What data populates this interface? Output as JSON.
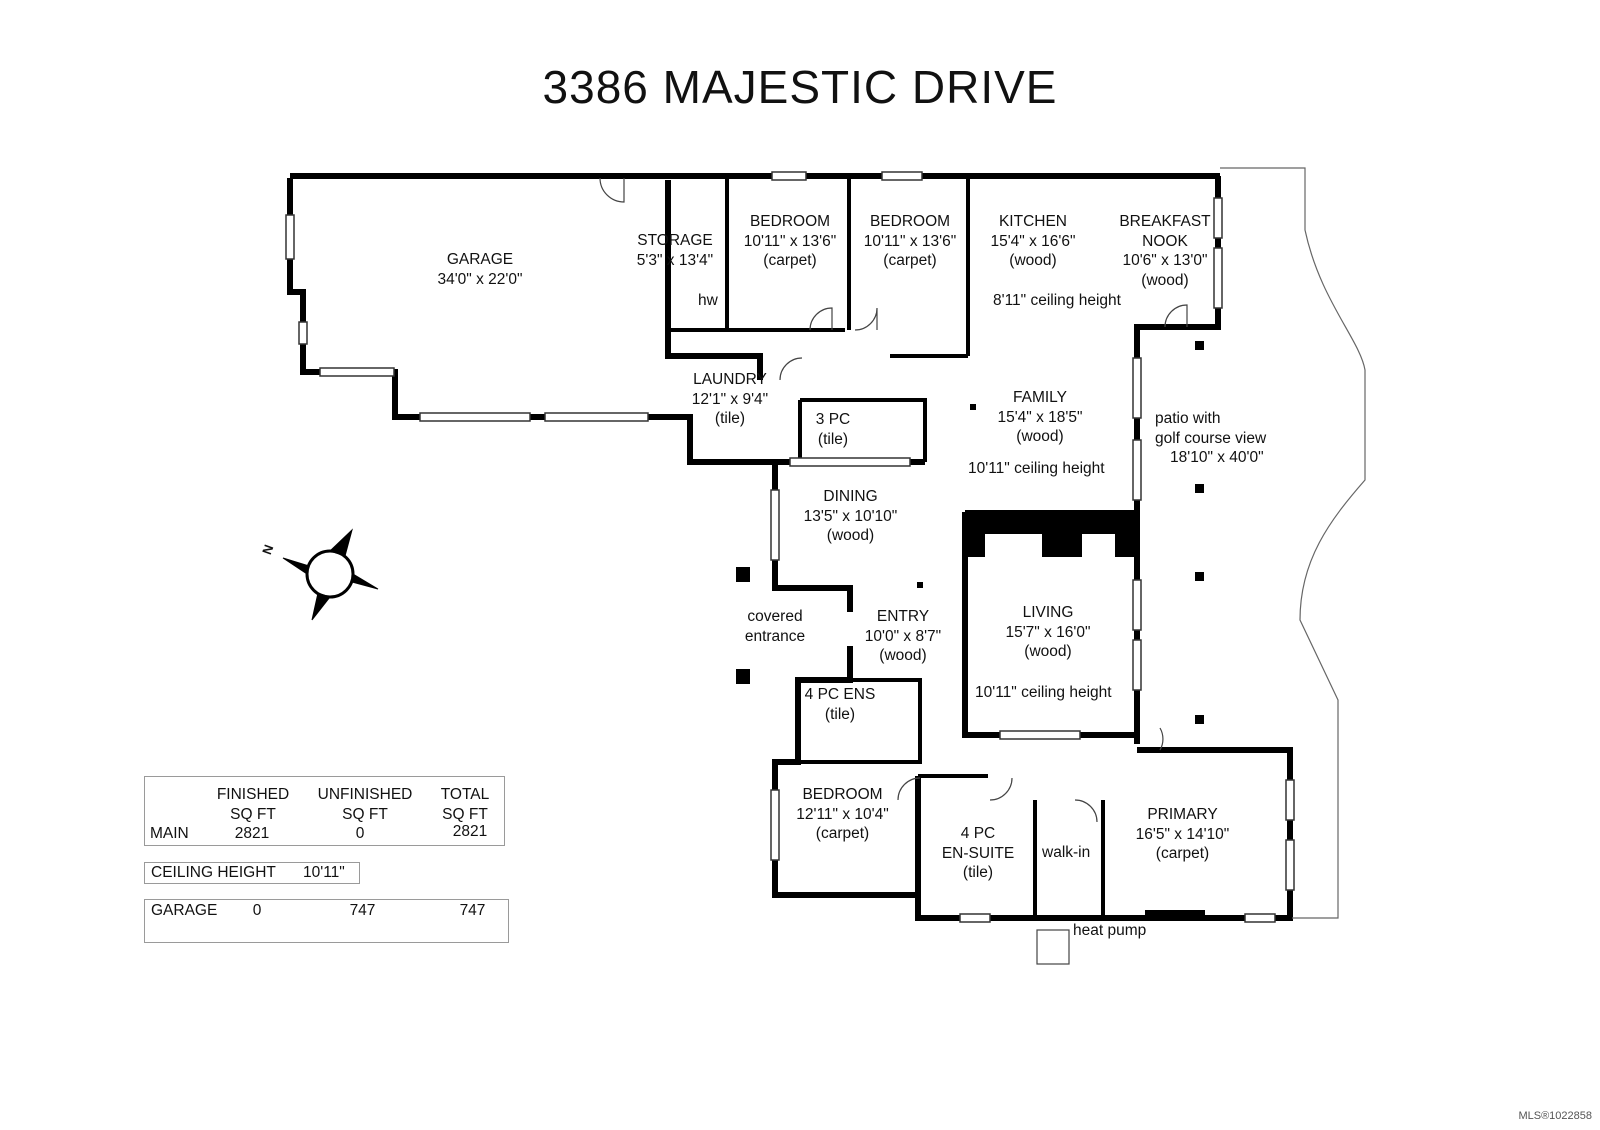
{
  "title": "3386 MAJESTIC DRIVE",
  "rooms": {
    "garage": {
      "name": "GARAGE",
      "size": "34'0\" x 22'0\""
    },
    "storage": {
      "name": "STORAGE",
      "size": "5'3\" x 13'4\""
    },
    "bedroom1": {
      "name": "BEDROOM",
      "size": "10'11\" x 13'6\"",
      "floor": "(carpet)"
    },
    "bedroom2": {
      "name": "BEDROOM",
      "size": "10'11\" x 13'6\"",
      "floor": "(carpet)"
    },
    "kitchen": {
      "name": "KITCHEN",
      "size": "15'4\" x 16'6\"",
      "floor": "(wood)"
    },
    "nook": {
      "name1": "BREAKFAST",
      "name2": "NOOK",
      "size": "10'6\" x 13'0\"",
      "floor": "(wood)"
    },
    "laundry": {
      "name": "LAUNDRY",
      "size": "12'1\" x 9'4\"",
      "floor": "(tile)"
    },
    "bath3": {
      "name": "3 PC",
      "floor": "(tile)"
    },
    "family": {
      "name": "FAMILY",
      "size": "15'4\" x 18'5\"",
      "floor": "(wood)",
      "ceiling": "10'11\" ceiling height"
    },
    "patio": {
      "line1": "patio with",
      "line2": "golf course view",
      "size": "18'10\" x 40'0\""
    },
    "dining": {
      "name": "DINING",
      "size": "13'5\" x 10'10\"",
      "floor": "(wood)"
    },
    "covered": {
      "line1": "covered",
      "line2": "entrance"
    },
    "entry": {
      "name": "ENTRY",
      "size": "10'0\" x 8'7\"",
      "floor": "(wood)"
    },
    "living": {
      "name": "LIVING",
      "size": "15'7\" x 16'0\"",
      "floor": "(wood)",
      "ceiling": "10'11\" ceiling height"
    },
    "ens4": {
      "name": "4 PC ENS",
      "floor": "(tile)"
    },
    "bedroom3": {
      "name": "BEDROOM",
      "size": "12'11\" x 10'4\"",
      "floor": "(carpet)"
    },
    "ensuite": {
      "name1": "4 PC",
      "name2": "EN-SUITE",
      "floor": "(tile)"
    },
    "walkin": {
      "name": "walk-in"
    },
    "primary": {
      "name": "PRIMARY",
      "size": "16'5\" x 14'10\"",
      "floor": "(carpet)"
    }
  },
  "notes": {
    "hw": "hw",
    "kitchen_ceiling": "8'11\" ceiling height",
    "heat_pump": "heat pump",
    "compass": "N"
  },
  "table": {
    "headers": [
      "FINISHED SQ FT",
      "UNFINISHED SQ FT",
      "TOTAL SQ FT"
    ],
    "h1a": "FINISHED",
    "h1b": "SQ FT",
    "h2a": "UNFINISHED",
    "h2b": "SQ FT",
    "h3a": "TOTAL",
    "h3b": "SQ FT",
    "main_label": "MAIN",
    "main_finished": "2821",
    "main_unfinished": "0",
    "main_total": "2821",
    "ceiling_label": "CEILING HEIGHT",
    "ceiling_value": "10'11\"",
    "garage_label": "GARAGE",
    "garage_finished": "0",
    "garage_unfinished": "747",
    "garage_total": "747"
  },
  "mls": "MLS®1022858",
  "colors": {
    "wall": "#000000",
    "thin": "#333333",
    "box": "#9a9a9a"
  }
}
